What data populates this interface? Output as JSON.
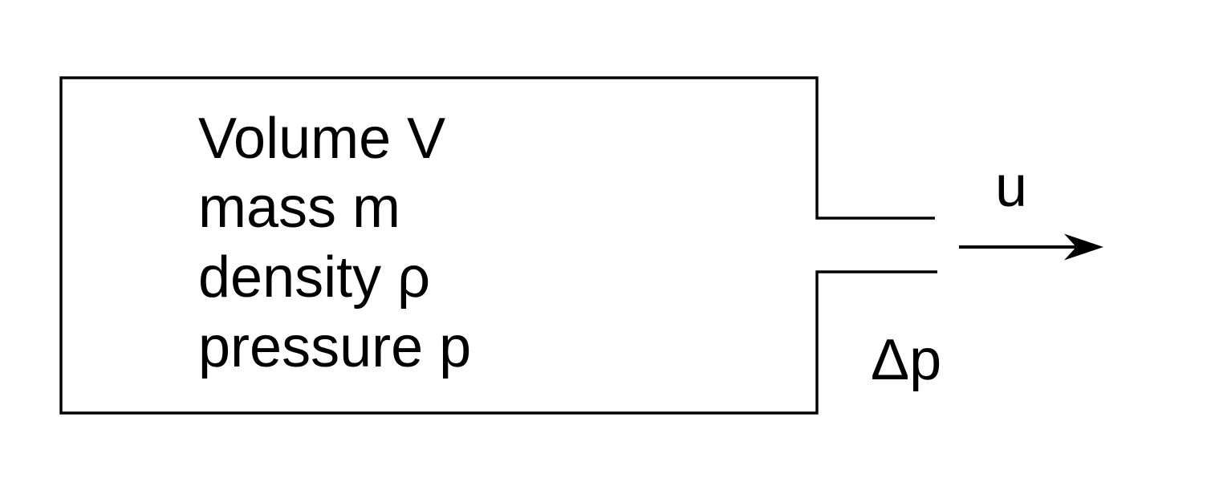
{
  "page": {
    "background_color": "#ffffff",
    "ink_color": "#000000"
  },
  "diagram": {
    "type": "schematic",
    "subject": "pressurized vessel with outflow nozzle",
    "vessel_labels": [
      "Volume V",
      "mass m",
      "density ρ",
      "pressure p"
    ],
    "outflow": {
      "velocity_label": "u",
      "pressure_drop_label": "Δp"
    }
  }
}
